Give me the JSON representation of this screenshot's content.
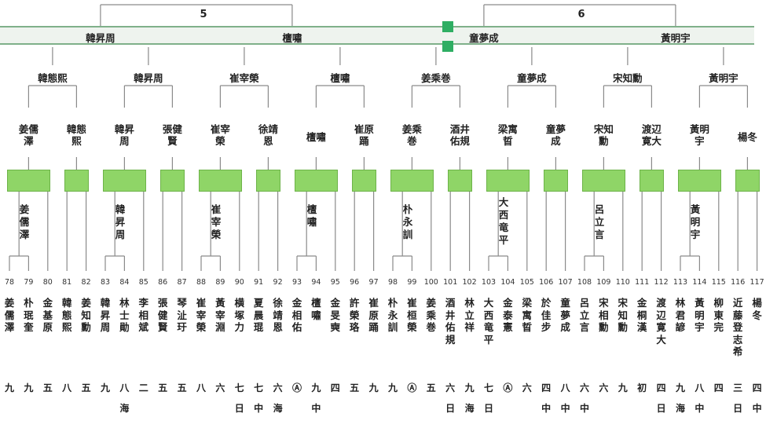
{
  "groups": [
    {
      "label": "5"
    },
    {
      "label": "6"
    }
  ],
  "round1": [
    "韓昇周",
    "檀嘯",
    "童夢成",
    "黃明宇"
  ],
  "round2": [
    "韓態熙",
    "韓昇周",
    "崔宰榮",
    "檀嘯",
    "姜乘巻",
    "童夢成",
    "宋知勳",
    "黃明宇"
  ],
  "round3": [
    "姜儒澤",
    "韓態熙",
    "韓昇周",
    "張健賢",
    "崔宰榮",
    "徐靖恩",
    "檀嘯",
    "崔原踊",
    "姜乘巻",
    "酒井佑規",
    "梁寓晢",
    "童夢成",
    "宋知勳",
    "渡辺寛大",
    "黃明宇",
    "楊冬"
  ],
  "round4": [
    "姜儒澤",
    "",
    "韓昇周",
    "",
    "崔宰榮",
    "",
    "檀嘯",
    "",
    "朴永訓",
    "",
    "大西竜平",
    "",
    "呂立言",
    "",
    "黃明宇",
    ""
  ],
  "players": [
    {
      "num": "78",
      "name": "姜儒澤",
      "rank": "九",
      "extra": ""
    },
    {
      "num": "79",
      "name": "朴珉奎",
      "rank": "九",
      "extra": ""
    },
    {
      "num": "80",
      "name": "金基原",
      "rank": "五",
      "extra": ""
    },
    {
      "num": "81",
      "name": "韓態熙",
      "rank": "八",
      "extra": ""
    },
    {
      "num": "82",
      "name": "姜知勳",
      "rank": "五",
      "extra": ""
    },
    {
      "num": "83",
      "name": "韓昇周",
      "rank": "九",
      "extra": ""
    },
    {
      "num": "84",
      "name": "林士勛",
      "rank": "八",
      "extra": "海"
    },
    {
      "num": "85",
      "name": "李相斌",
      "rank": "二",
      "extra": ""
    },
    {
      "num": "86",
      "name": "張健賢",
      "rank": "五",
      "extra": ""
    },
    {
      "num": "87",
      "name": "琴沚玗",
      "rank": "五",
      "extra": ""
    },
    {
      "num": "88",
      "name": "崔宰榮",
      "rank": "八",
      "extra": ""
    },
    {
      "num": "89",
      "name": "黃宰淵",
      "rank": "六",
      "extra": ""
    },
    {
      "num": "90",
      "name": "横塚力",
      "rank": "七",
      "extra": "日"
    },
    {
      "num": "91",
      "name": "夏晨琨",
      "rank": "七",
      "extra": "中"
    },
    {
      "num": "92",
      "name": "徐靖恩",
      "rank": "六",
      "extra": "海"
    },
    {
      "num": "93",
      "name": "金相佑",
      "rank": "Ⓐ",
      "extra": ""
    },
    {
      "num": "94",
      "name": "檀嘯",
      "rank": "九",
      "extra": "中"
    },
    {
      "num": "95",
      "name": "金旻奭",
      "rank": "四",
      "extra": ""
    },
    {
      "num": "96",
      "name": "許榮珞",
      "rank": "五",
      "extra": ""
    },
    {
      "num": "97",
      "name": "崔原踊",
      "rank": "九",
      "extra": ""
    },
    {
      "num": "98",
      "name": "朴永訓",
      "rank": "九",
      "extra": ""
    },
    {
      "num": "99",
      "name": "崔桓榮",
      "rank": "Ⓐ",
      "extra": ""
    },
    {
      "num": "100",
      "name": "姜乘巻",
      "rank": "五",
      "extra": ""
    },
    {
      "num": "101",
      "name": "酒井佑規",
      "rank": "六",
      "extra": "日"
    },
    {
      "num": "102",
      "name": "林立祥",
      "rank": "九",
      "extra": "海"
    },
    {
      "num": "103",
      "name": "大西竜平",
      "rank": "七",
      "extra": "日"
    },
    {
      "num": "104",
      "name": "金泰憲",
      "rank": "Ⓐ",
      "extra": ""
    },
    {
      "num": "105",
      "name": "梁寓晢",
      "rank": "六",
      "extra": ""
    },
    {
      "num": "106",
      "name": "於佳步",
      "rank": "四",
      "extra": "中"
    },
    {
      "num": "107",
      "name": "童夢成",
      "rank": "八",
      "extra": "中"
    },
    {
      "num": "108",
      "name": "呂立言",
      "rank": "六",
      "extra": "中"
    },
    {
      "num": "109",
      "name": "宋相勳",
      "rank": "六",
      "extra": ""
    },
    {
      "num": "110",
      "name": "宋知勳",
      "rank": "九",
      "extra": ""
    },
    {
      "num": "111",
      "name": "金桐漢",
      "rank": "初",
      "extra": ""
    },
    {
      "num": "112",
      "name": "渡辺寛大",
      "rank": "四",
      "extra": "日"
    },
    {
      "num": "113",
      "name": "林君諺",
      "rank": "九",
      "extra": "海"
    },
    {
      "num": "114",
      "name": "黃明宇",
      "rank": "八",
      "extra": "中"
    },
    {
      "num": "115",
      "name": "柳東完",
      "rank": "四",
      "extra": ""
    },
    {
      "num": "116",
      "name": "近藤登志希",
      "rank": "三",
      "extra": "日"
    },
    {
      "num": "117",
      "name": "楊冬",
      "rank": "四",
      "extra": "中"
    }
  ]
}
